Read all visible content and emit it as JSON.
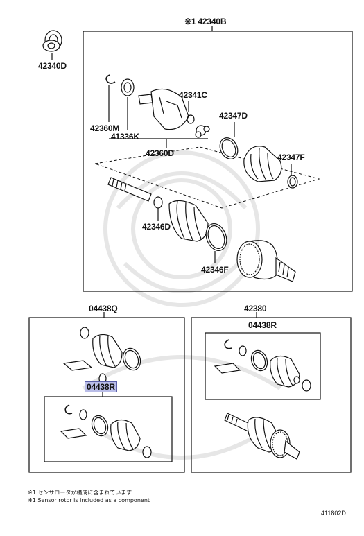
{
  "labels": {
    "assy_top": "※1 42340B",
    "bearing": "42340D",
    "inner_joint": "42341C",
    "snap_ring": "42360M",
    "seal": "41336K",
    "joint_sub": "42360D",
    "boot_band_a": "42347D",
    "boot_band_b": "42347F",
    "clamp_d": "42346D",
    "clamp_f": "42346F",
    "boot_kit_outer": "04438Q",
    "boot_kit_inner_left": "04438R",
    "shaft_assy": "42380",
    "boot_kit_inner_right": "04438R"
  },
  "notes": {
    "jp": "※1 センサロータが構成に含まれています",
    "en": "※1 Sensor rotor is included as a component"
  },
  "diagram_code": "411802D"
}
